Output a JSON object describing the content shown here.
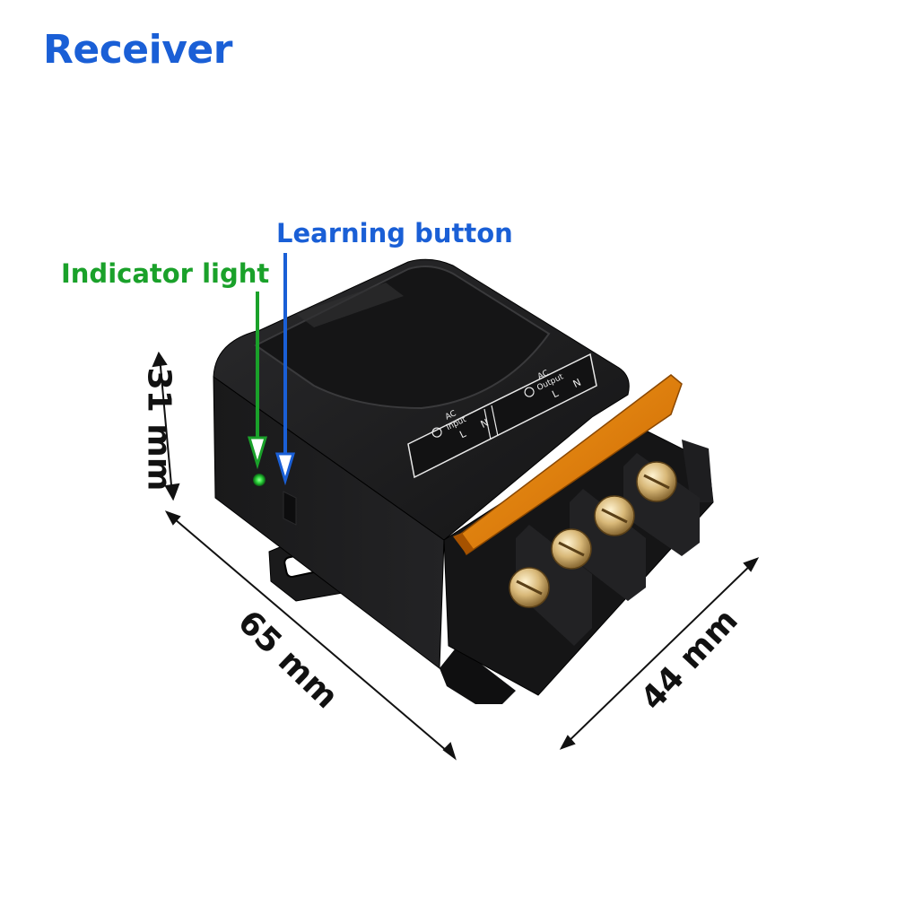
{
  "title": "Receiver",
  "labels": {
    "learning_button": "Learning button",
    "indicator_light": "Indicator light"
  },
  "dimensions": {
    "height": "31 mm",
    "length": "65 mm",
    "width": "44 mm"
  },
  "panel": {
    "input": {
      "line1": "AC",
      "line2": "Input",
      "l": "L",
      "n": "N"
    },
    "output": {
      "line1": "AC",
      "line2": "Output",
      "l": "L",
      "n": "N"
    }
  },
  "colors": {
    "title": "#1a5fd6",
    "learning_label": "#1a5fd6",
    "indicator_label": "#1aa12a",
    "housing": "#1b1b1c",
    "terminal_cover": "#e07a00",
    "led": "#2bd63a"
  },
  "icons": [
    "arrow-down-icon",
    "dimension-arrow-icon",
    "screw-icon"
  ]
}
